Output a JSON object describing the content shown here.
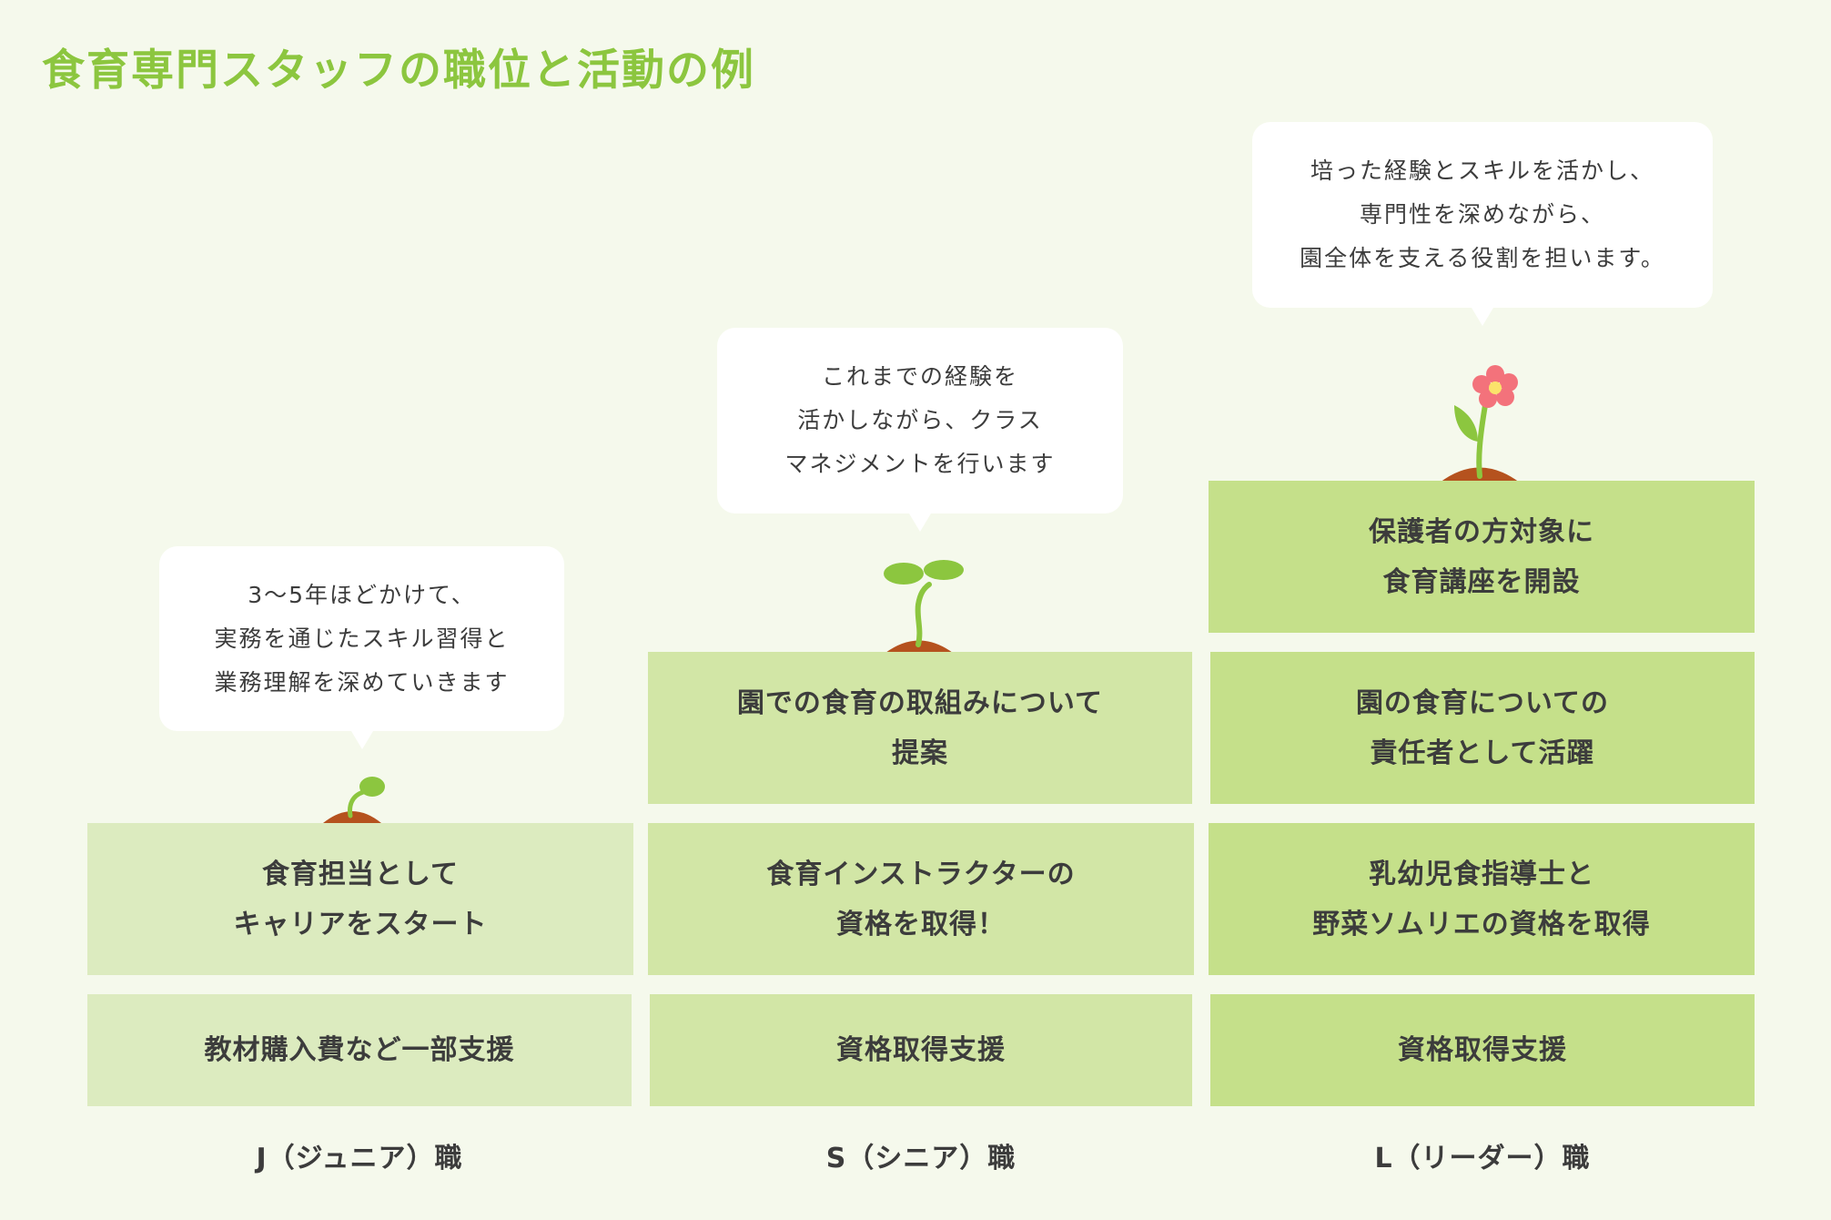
{
  "title": "食育専門スタッフの職位と活動の例",
  "colors": {
    "accent": "#8cc63f",
    "background": "#f5f9ec",
    "box_light": "#dcebbf",
    "box_mid": "#d2e6a6",
    "box_dark": "#c5e08a"
  },
  "junior": {
    "label": "J（ジュニア）職",
    "bubble": [
      "3〜5年ほどかけて、",
      "実務を通じたスキル習得と",
      "業務理解を深めていきます"
    ],
    "activity": [
      "食育担当として",
      "キャリアをスタート"
    ],
    "support": "教材購入費など一部支援",
    "icon": "sprout-icon"
  },
  "senior": {
    "label": "S（シニア）職",
    "bubble": [
      "これまでの経験を",
      "活かしながら、クラス",
      "マネジメントを行います"
    ],
    "activity_top": [
      "園での食育の取組みについて",
      "提案"
    ],
    "activity": [
      "食育インストラクターの",
      "資格を取得！"
    ],
    "support": "資格取得支援",
    "icon": "seedling-icon"
  },
  "leader": {
    "label": "L（リーダー）職",
    "bubble": [
      "培った経験とスキルを活かし、",
      "専門性を深めながら、",
      "園全体を支える役割を担います。"
    ],
    "activity_top": [
      "保護者の方対象に",
      "食育講座を開設"
    ],
    "activity_mid": [
      "園の食育についての",
      "責任者として活躍"
    ],
    "activity": [
      "乳幼児食指導士と",
      "野菜ソムリエの資格を取得"
    ],
    "support": "資格取得支援",
    "icon": "flower-icon"
  }
}
